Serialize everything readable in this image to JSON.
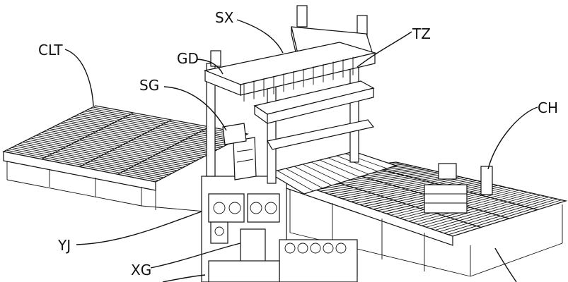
{
  "labels": {
    "sx": "SX",
    "tz": "TZ",
    "gd": "GD",
    "sg": "SG",
    "clt": "CLT",
    "ch": "CH",
    "yj": "YJ",
    "xg": "XG"
  },
  "colors": {
    "line": "#111111",
    "background": "#ffffff"
  }
}
